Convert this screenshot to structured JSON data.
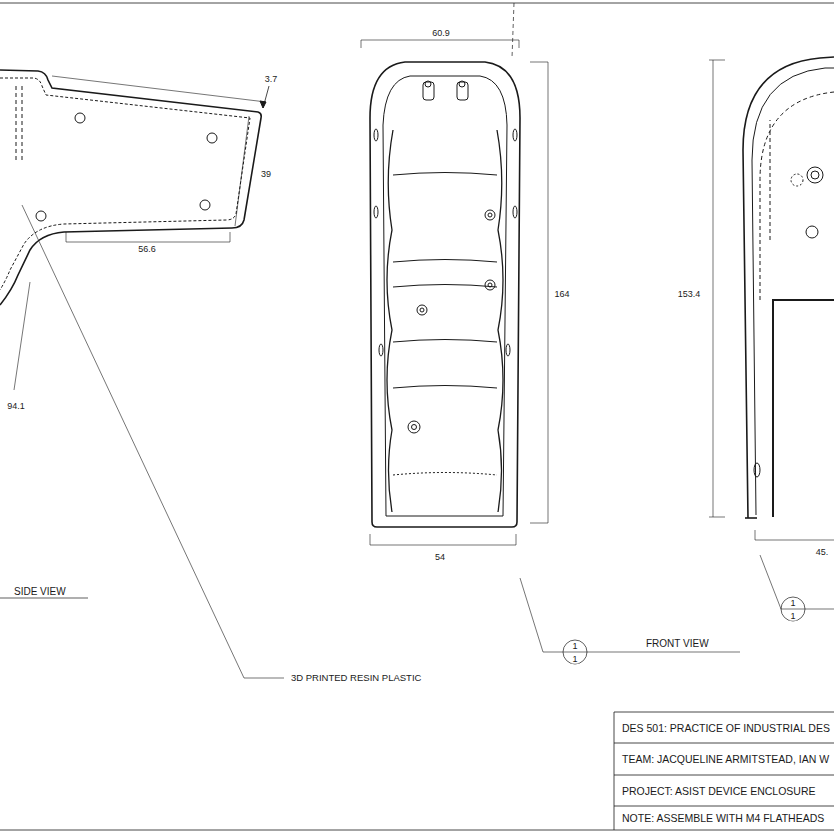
{
  "diagram": {
    "labels": [
      "3.7",
      "39",
      "56.6",
      "94.1",
      "SIDE VIEW",
      "60.9",
      "164",
      "54",
      "153.4",
      "45.",
      "1",
      "1",
      "FRONT VIEW",
      "1",
      "1",
      "3D PRINTED RESIN PLASTIC",
      "DES 501: PRACTICE OF INDUSTRIAL DES",
      "TEAM: JACQUELINE ARMITSTEAD, IAN W",
      "PROJECT: ASIST DEVICE ENCLOSURE",
      "NOTE: ASSEMBLE WITH M4 FLATHEADS"
    ]
  }
}
